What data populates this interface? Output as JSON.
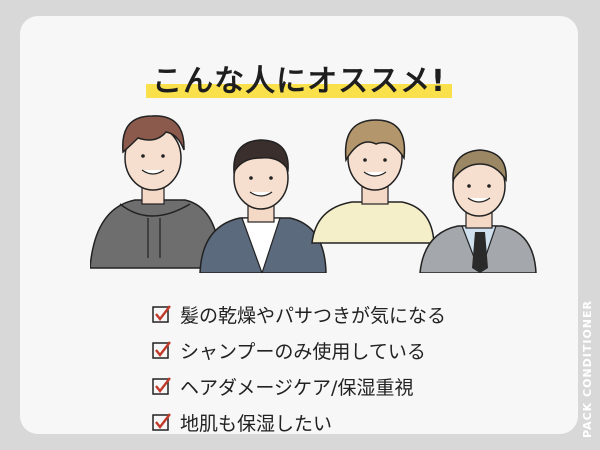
{
  "title": "こんな人にオススメ!",
  "checklist": [
    {
      "label": "髪の乾燥やパサつきが気になる"
    },
    {
      "label": "シャンプーのみ使用している"
    },
    {
      "label": "ヘアダメージケア/保湿重視"
    },
    {
      "label": "地肌も保湿したい"
    }
  ],
  "side_label": "PACK CONDITIONER",
  "colors": {
    "highlight": "#fae14b",
    "check": "#c23a2a",
    "background": "#d8d8d8",
    "card": "#f7f7f7"
  },
  "icons": [
    "checkbox-icon"
  ]
}
